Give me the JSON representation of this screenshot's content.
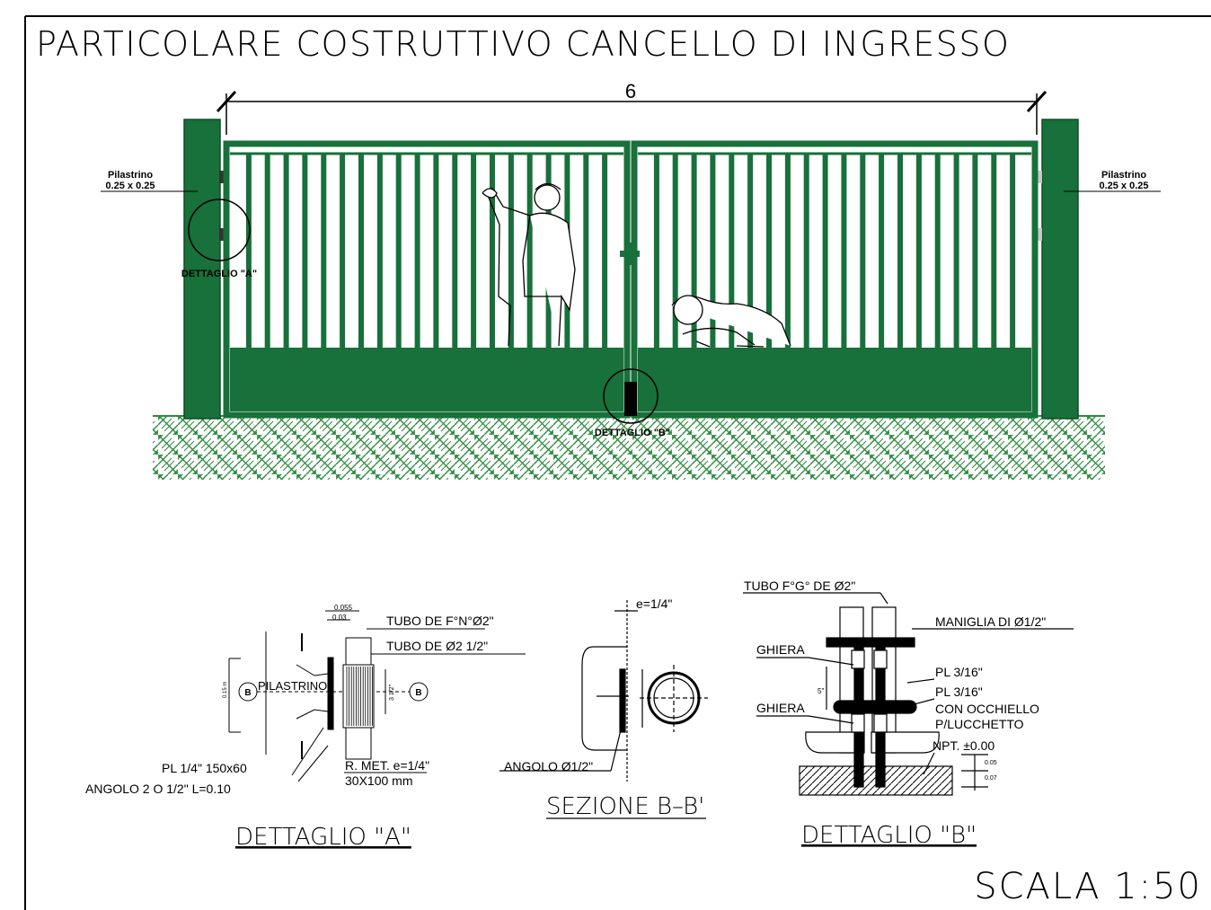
{
  "title": "PARTICOLARE COSTRUTTIVO CANCELLO DI INGRESSO",
  "scale": "SCALA 1:50",
  "colors": {
    "gate_green": "#18703a",
    "ground_green": "#2f8a3f",
    "line": "#000000"
  },
  "gate": {
    "dimension": "6",
    "pillar_left_label": "Pilastrino",
    "pillar_left_size": "0.25  x  0.25",
    "pillar_right_label": "Pilastrino",
    "pillar_right_size": "0.25  x  0.25",
    "detail_a_callout": "DETTAGLIO \"A\"",
    "detail_b_callout": "DETTAGLIO \"B\""
  },
  "detail_a": {
    "title": "DETTAGLIO  \"A\"",
    "pilastrino": "PILASTRINO",
    "tube_1": "TUBO DE F°N°Ø2\"",
    "tube_2": "TUBO DE Ø2 1/2\"",
    "plate": "PL 1/4\" 150x60",
    "angle": "ANGOLO 2 O 1/2\" L=0.10",
    "r_met": "R. MET. e=1/4\"",
    "r_met_size": "30X100 mm",
    "dim_055": "0.055",
    "dim_03": "0.03",
    "dim_015": "0.15 m",
    "dim_312": "3 1/2\"",
    "section_mark": "B"
  },
  "section_bb": {
    "title": "SEZIONE  B–B'",
    "thickness": "e=1/4\"",
    "angle": "ANGOLO Ø1/2\""
  },
  "detail_b": {
    "title": "DETTAGLIO  \"B\"",
    "tube": "TUBO F°G° DE Ø2\"",
    "handle": "MANIGLIA DI  Ø1/2\"",
    "ring_1": "GHIERA",
    "ring_2": "GHIERA",
    "plate_1": "PL 3/16\"",
    "plate_2": "PL 3/16\"",
    "eyelet_1": "CON OCCHIELLO",
    "eyelet_2": "P/LUCCHETTO",
    "npt": "NPT. ±0.00",
    "dim_005": "0.05",
    "dim_007": "0.07",
    "dim_5": "5\""
  }
}
